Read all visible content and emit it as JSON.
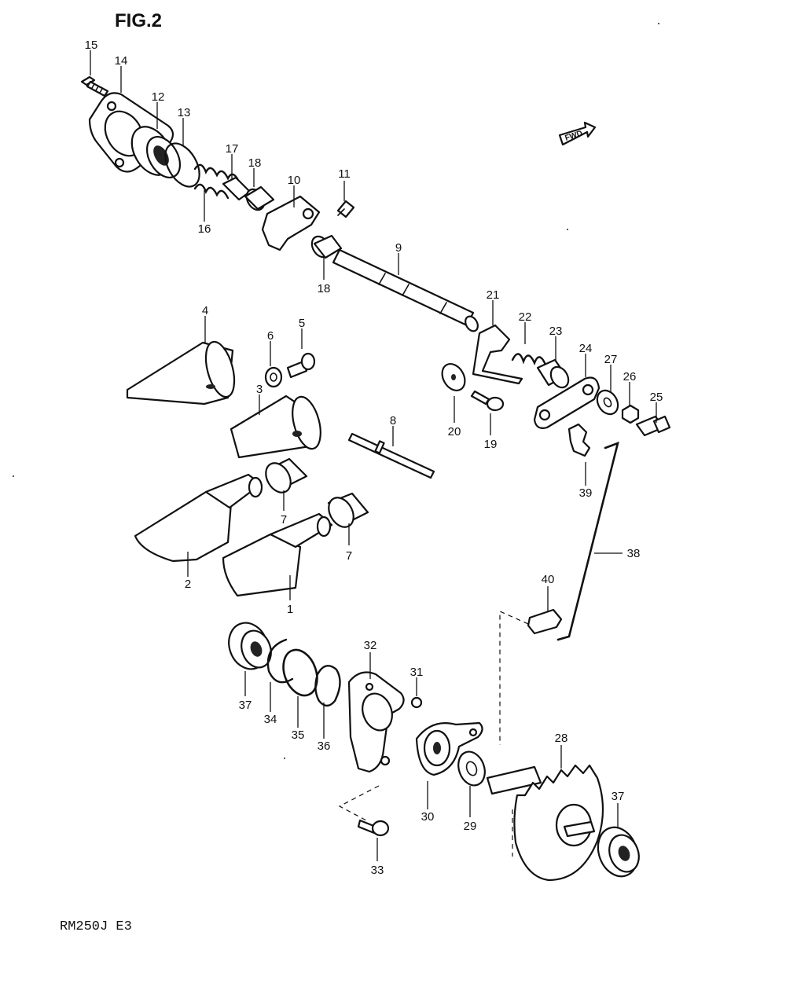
{
  "figure": {
    "title": "FIG.2",
    "model_code": "RM250J  E3",
    "fwd_label": "FWD"
  },
  "callouts": [
    "15",
    "14",
    "12",
    "13",
    "17",
    "18",
    "16",
    "10",
    "11",
    "18",
    "9",
    "21",
    "22",
    "23",
    "24",
    "27",
    "26",
    "25",
    "4",
    "6",
    "5",
    "3",
    "8",
    "20",
    "19",
    "39",
    "7",
    "7",
    "2",
    "1",
    "38",
    "40",
    "32",
    "31",
    "37",
    "34",
    "35",
    "36",
    "30",
    "29",
    "28",
    "33",
    "37"
  ]
}
